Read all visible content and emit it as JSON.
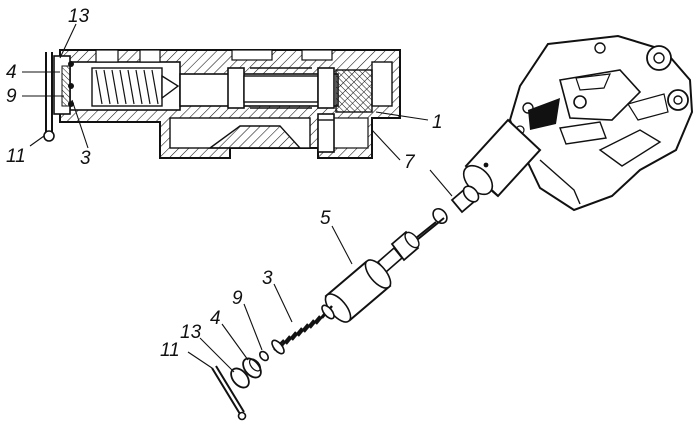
{
  "diagram": {
    "callouts": {
      "c13_top": "13",
      "c4_left": "4",
      "c9_left": "9",
      "c11_left": "11",
      "c3_left": "3",
      "c1": "1",
      "c7": "7",
      "c5": "5",
      "c3_bottom": "3",
      "c9_bottom": "9",
      "c4_bottom": "4",
      "c13_bottom": "13",
      "c11_bottom": "11"
    }
  }
}
